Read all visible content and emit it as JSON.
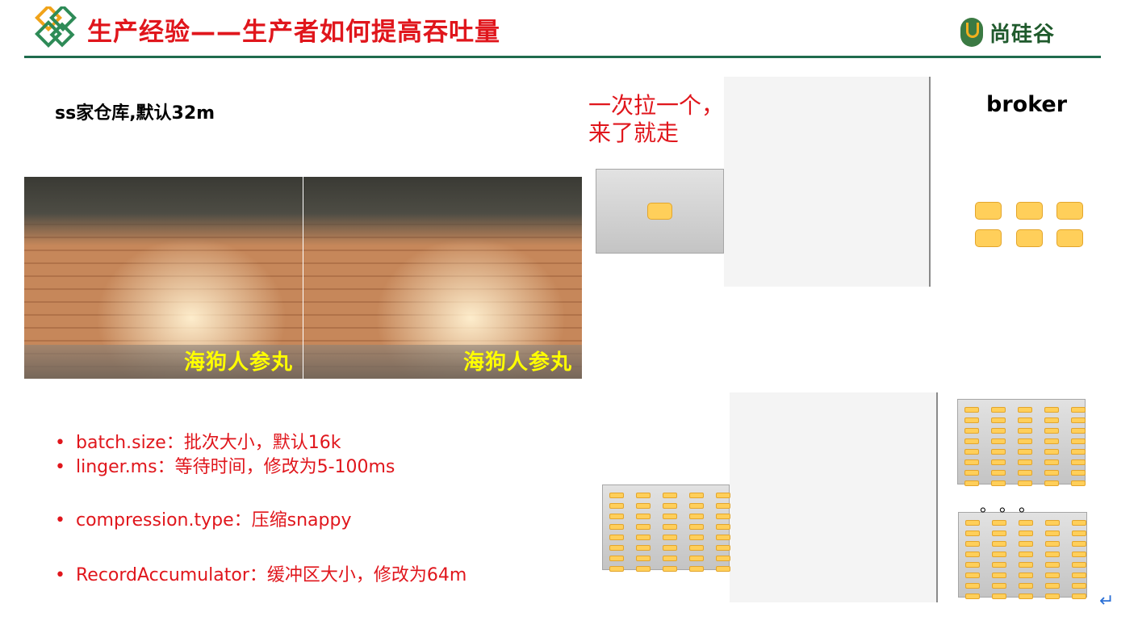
{
  "header": {
    "title": "生产经验——生产者如何提高吞吐量",
    "brand": "尚硅谷",
    "accent_color": "#e0161c",
    "rule_color": "#1f6b4e",
    "logo_icon": "diamond-squares-logo"
  },
  "left": {
    "warehouse_label": "ss家仓库,默认32m",
    "photos": [
      {
        "caption": "海狗人参丸"
      },
      {
        "caption": "海狗人参丸"
      }
    ],
    "bullets": [
      "batch.size：批次大小，默认16k",
      "linger.ms：等待时间，修改为5-100ms",
      "compression.type：压缩snappy",
      "RecordAccumulator：缓冲区大小，修改为64m"
    ]
  },
  "diagram": {
    "pull_note_line1": "一次拉一个，",
    "pull_note_line2": "来了就走",
    "broker_label": "broker",
    "ellipsis": "。。。",
    "message_color": "#ffcf5a",
    "return_icon": "return-arrow-icon"
  }
}
